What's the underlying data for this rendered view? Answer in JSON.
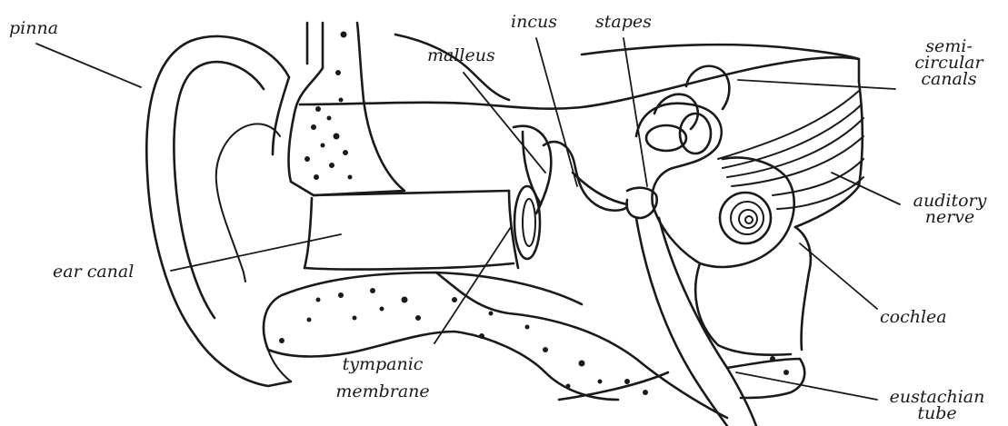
{
  "labels": {
    "pinna": "pinna",
    "malleus": "malleus",
    "incus": "incus",
    "stapes": "stapes",
    "semicircular_line1": "semi-",
    "semicircular_line2": "circular",
    "semicircular_line3": "canals",
    "auditory_line1": "auditory",
    "auditory_line2": "nerve",
    "ear_canal": "ear canal",
    "cochlea": "cochlea",
    "tympanic_line1": "tympanic",
    "tympanic_line2": "membrane",
    "eustachian_line1": "eustachian",
    "eustachian_line2": "tube"
  },
  "colors": {
    "ink": "#1a1a1a",
    "background": "#ffffff"
  }
}
